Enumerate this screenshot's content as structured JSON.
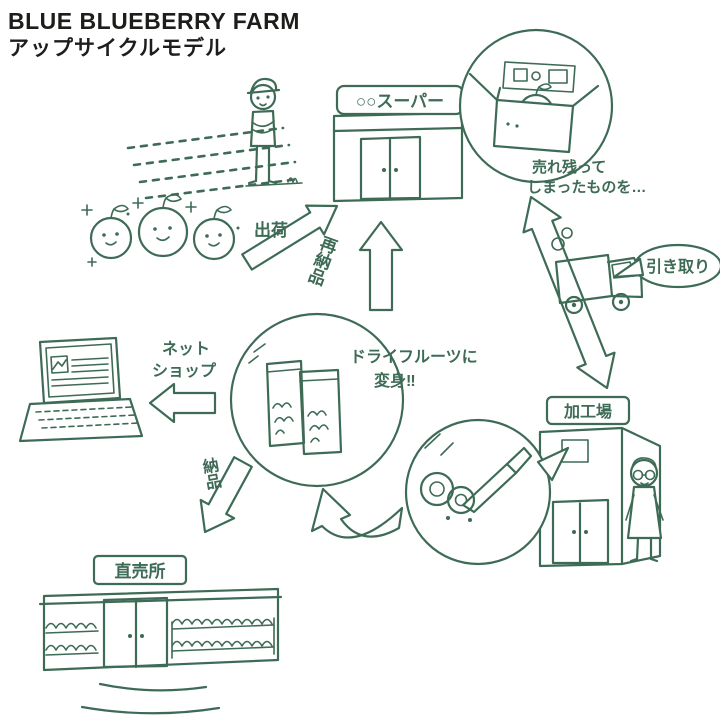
{
  "colors": {
    "ink": "#3e6b56",
    "title_text": "#1d1d1b",
    "background": "#ffffff"
  },
  "header": {
    "title": "BLUE BLUEBERRY FARM",
    "subtitle": "アップサイクルモデル"
  },
  "nodes": {
    "supermarket": {
      "sign": "○○スーパー"
    },
    "unsold_box": {
      "note": [
        "売れ残って",
        "しまったものを…"
      ]
    },
    "pickup_truck": {
      "bubble": "引き取り"
    },
    "processing_plant": {
      "sign": "加工場"
    },
    "dried_fruit": {
      "note": [
        "ドライフルーツに",
        "変身‼"
      ]
    },
    "net_shop": {
      "label": [
        "ネット",
        "ショップ"
      ]
    },
    "direct_store": {
      "sign": "直売所"
    }
  },
  "flows": {
    "shipping": "出荷",
    "redelivery": "再納品",
    "delivery": "納品"
  }
}
